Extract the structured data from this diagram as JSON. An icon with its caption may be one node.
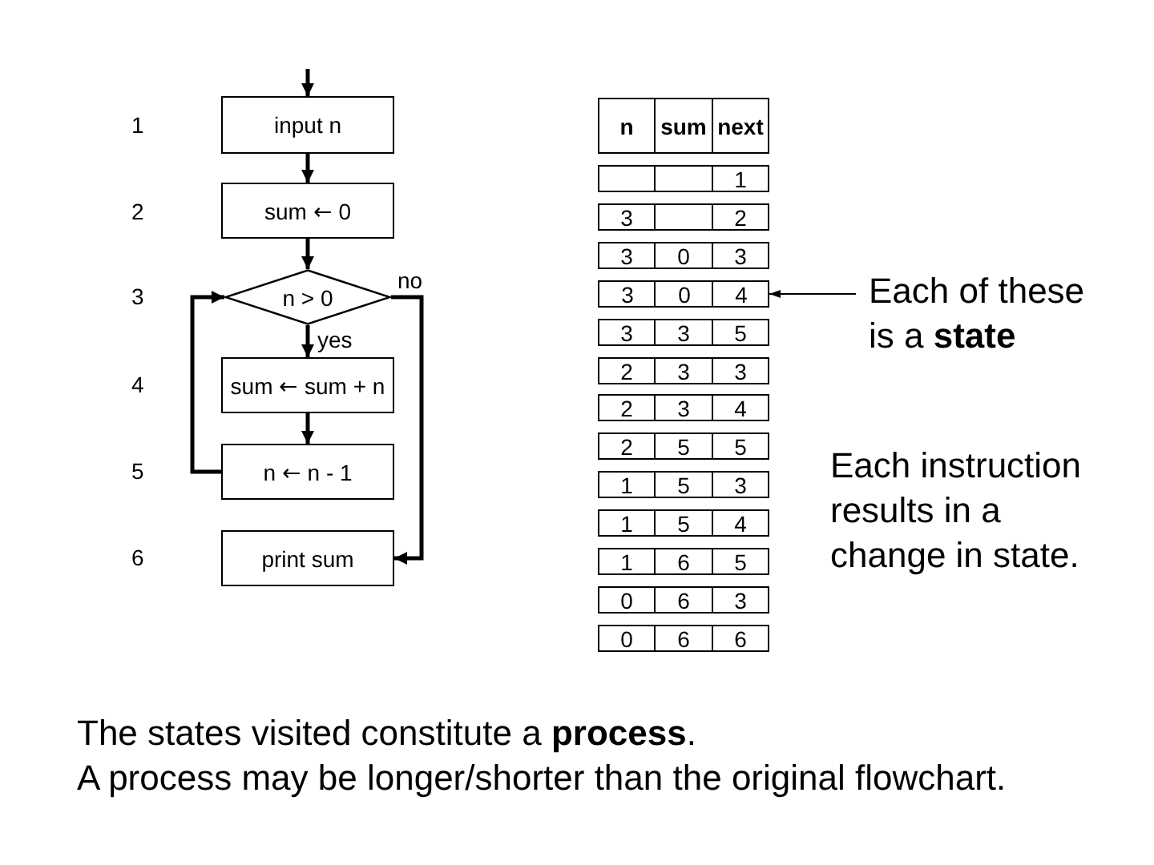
{
  "diagram": {
    "nodes": [
      {
        "text": [
          "input n"
        ]
      },
      {
        "text": [
          "sum ← 0"
        ]
      },
      {
        "text": [
          "n > 0"
        ]
      },
      {
        "text": [
          "sum ← sum + n"
        ]
      },
      {
        "text": [
          "n ← n - 1"
        ]
      },
      {
        "text": [
          "print sum"
        ]
      },
      {
        "text": [
          "Each of these is a **state**"
        ]
      },
      {
        "text": [],
        "shape": "box"
      }
    ],
    "edges": [
      {
        "from": null,
        "to": 0,
        "arrow": "to"
      },
      {
        "from": 0,
        "to": 1,
        "arrow": "to"
      },
      {
        "from": 1,
        "to": 2,
        "arrow": "to"
      },
      {
        "from": 2,
        "to": 3,
        "arrow": "to",
        "label": "yes"
      },
      {
        "from": 3,
        "to": 4,
        "arrow": "to"
      },
      {
        "from": 4,
        "to": 2,
        "arrow": "to"
      },
      {
        "from": 2,
        "to": 5,
        "arrow": "to",
        "label": "no"
      },
      {
        "from": 6,
        "to": 7,
        "arrow": "to"
      }
    ],
    "labels": [
      "1",
      "2",
      "3",
      "4",
      "5",
      "6",
      "n",
      "sum",
      "next",
      "1",
      "3",
      "2",
      "3",
      "0",
      "3",
      "3",
      "0",
      "4",
      "3",
      "3",
      "5",
      "2",
      "3",
      "3",
      "2",
      "3",
      "4",
      "2",
      "5",
      "5",
      "1",
      "5",
      "3",
      "1",
      "5",
      "4",
      "1",
      "6",
      "5",
      "0",
      "6",
      "3",
      "0",
      "6",
      "6",
      "Each instruction results in a change in state.",
      "The states visited constitute a **process**.",
      "A process may be longer/shorter than the original flowchart."
    ]
  }
}
